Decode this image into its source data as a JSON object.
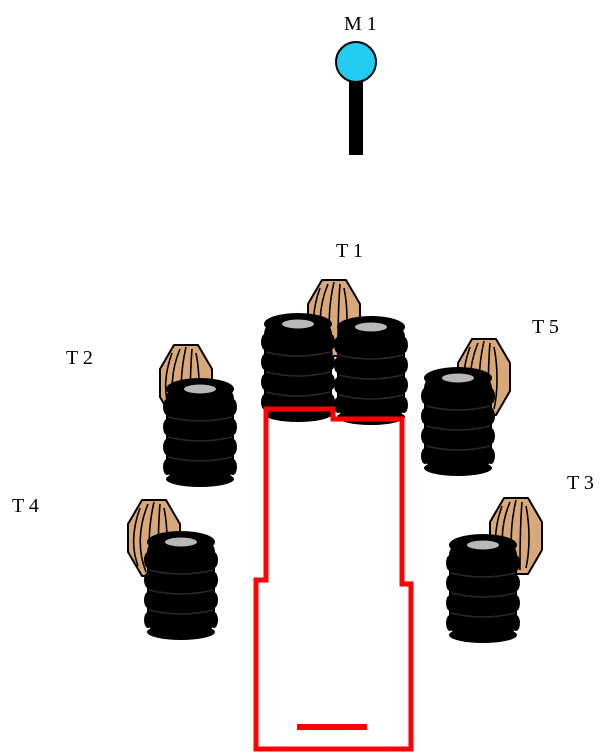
{
  "labels": {
    "marker": "M 1",
    "t1": "T 1",
    "t2": "T 2",
    "t3": "T 3",
    "t4": "T 4",
    "t5": "T 5"
  },
  "colors": {
    "background": "#ffffff",
    "marker_head": "#22ccf0",
    "marker_post": "#000000",
    "outline": "#ff0000",
    "tire": "#000000",
    "tire_rim": "#b8b8b8",
    "cone": "#d8a878",
    "cone_stroke": "#000000"
  },
  "icons": {
    "marker": "pin-marker-icon",
    "cone": "cone-icon",
    "tire": "tire-stack-icon"
  }
}
